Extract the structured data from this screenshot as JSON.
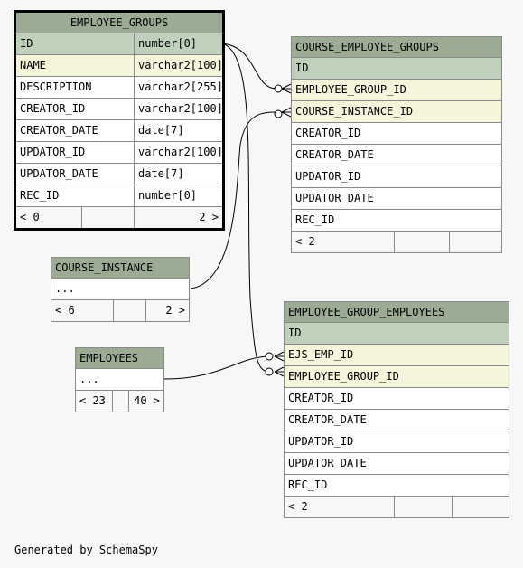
{
  "employee_groups": {
    "name": "EMPLOYEE_GROUPS",
    "columns": [
      {
        "name": "ID",
        "type": "number[0]"
      },
      {
        "name": "NAME",
        "type": "varchar2[100]"
      },
      {
        "name": "DESCRIPTION",
        "type": "varchar2[255]"
      },
      {
        "name": "CREATOR_ID",
        "type": "varchar2[100]"
      },
      {
        "name": "CREATOR_DATE",
        "type": "date[7]"
      },
      {
        "name": "UPDATOR_ID",
        "type": "varchar2[100]"
      },
      {
        "name": "UPDATOR_DATE",
        "type": "date[7]"
      },
      {
        "name": "REC_ID",
        "type": "number[0]"
      }
    ],
    "parents": "< 0",
    "children": "2 >"
  },
  "course_employee_groups": {
    "name": "COURSE_EMPLOYEE_GROUPS",
    "columns": [
      "ID",
      "EMPLOYEE_GROUP_ID",
      "COURSE_INSTANCE_ID",
      "CREATOR_ID",
      "CREATOR_DATE",
      "UPDATOR_ID",
      "UPDATOR_DATE",
      "REC_ID"
    ],
    "parents": "< 2",
    "children": ""
  },
  "course_instance": {
    "name": "COURSE_INSTANCE",
    "ellipsis": "...",
    "parents": "< 6",
    "children": "2 >"
  },
  "employees": {
    "name": "EMPLOYEES",
    "ellipsis": "...",
    "parents": "< 23",
    "children": "40 >"
  },
  "employee_group_employees": {
    "name": "EMPLOYEE_GROUP_EMPLOYEES",
    "columns": [
      "ID",
      "EJS_EMP_ID",
      "EMPLOYEE_GROUP_ID",
      "CREATOR_ID",
      "CREATOR_DATE",
      "UPDATOR_ID",
      "UPDATOR_DATE",
      "REC_ID"
    ],
    "parents": "< 2",
    "children": ""
  },
  "footer": "Generated by SchemaSpy",
  "colors": {
    "header": "#9cac94",
    "primary_key": "#bfd1bb",
    "foreign_key": "#f5f5dc",
    "background": "#f7f7f7"
  }
}
